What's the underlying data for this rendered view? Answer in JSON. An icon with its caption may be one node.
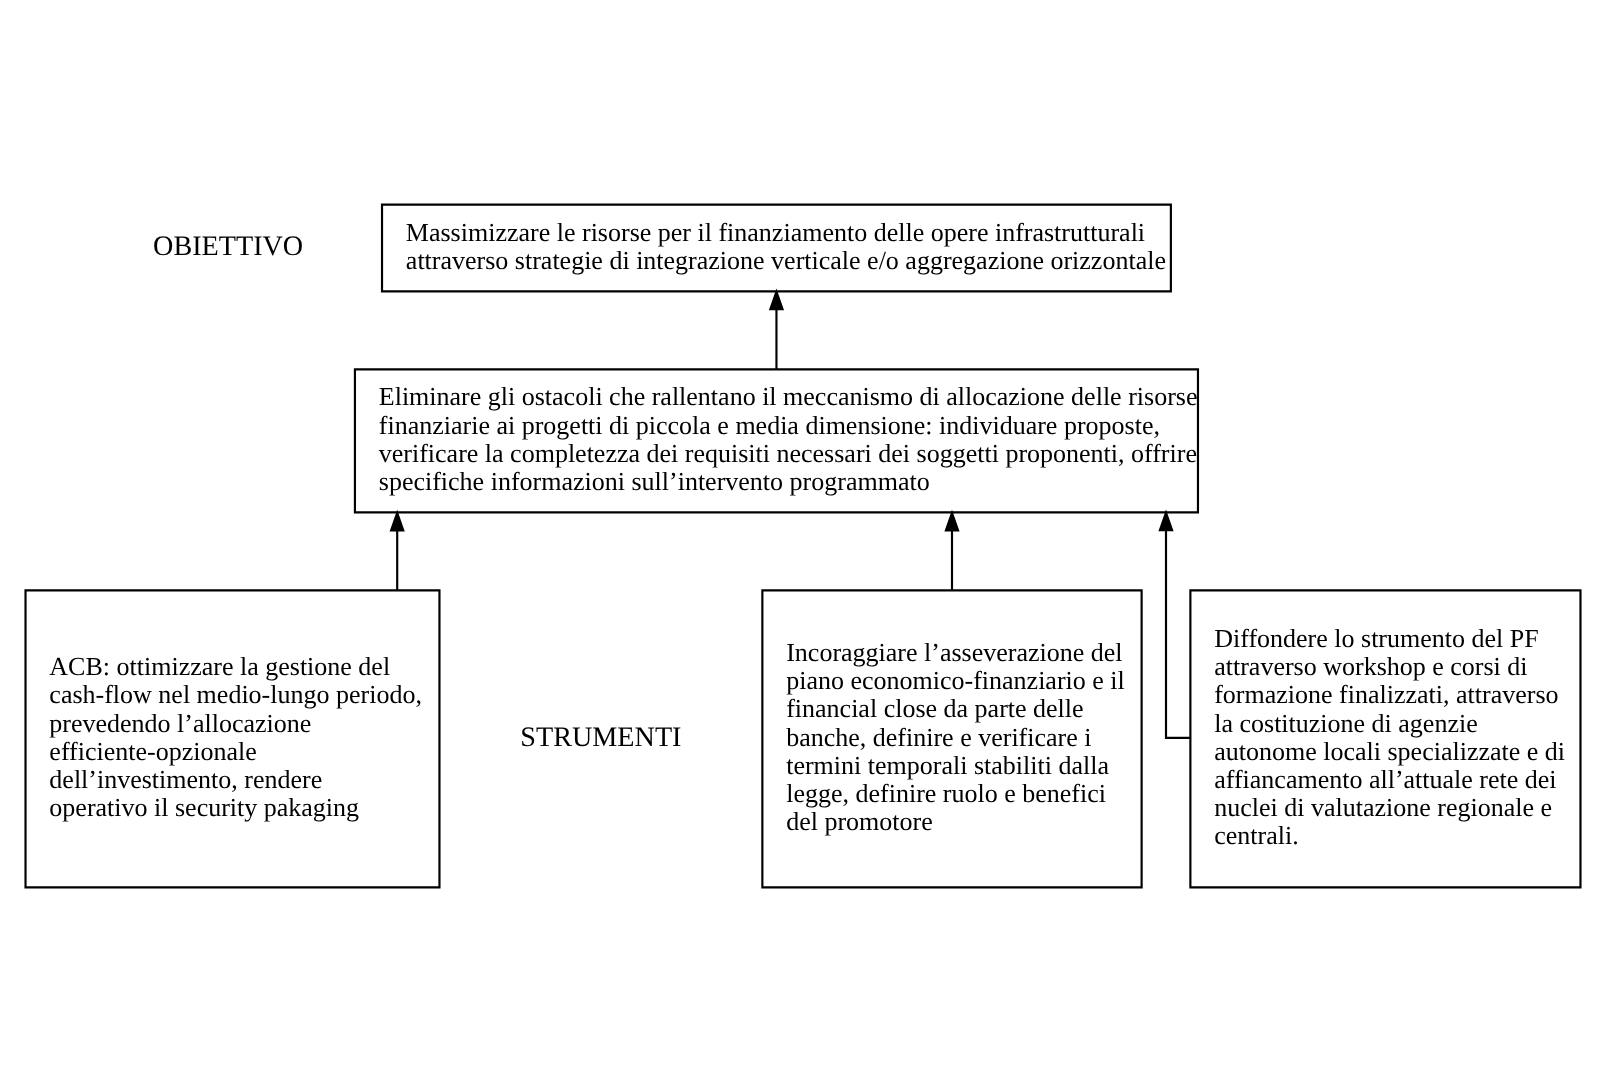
{
  "diagram": {
    "nodes": [
      {
        "text": [
          "Massimizzare le risorse per il finanziamento delle opere infrastrutturali attraverso strategie di integrazione verticale e/o aggregazione orizzontale"
        ]
      },
      {
        "text": [
          "Eliminare gli ostacoli che rallentano il meccanismo di allocazione delle risorse finanziarie ai progetti di piccola e media dimensione: individuare proposte, verificare la completezza dei requisiti necessari dei soggetti proponenti, offrire specifiche informazioni sull’intervento programmato"
        ]
      },
      {
        "text": [
          "ACB: ottimizzare la gestione del cash-flow nel medio-lungo periodo, prevedendo l’allocazione efficiente-opzionale dell’investimento, rendere operativo il security pakaging"
        ]
      },
      {
        "text": [
          "Incoraggiare l’asseverazione del piano economico-finanziario e il financial close da parte delle banche, definire e verificare i termini temporali stabiliti dalla legge, definire ruolo e benefici del promotore"
        ]
      },
      {
        "text": [
          "Diffondere lo strumento del PF attraverso workshop e corsi di formazione finalizzati, attraverso la costituzione di agenzie autonome locali specializzate e di affiancamento all’attuale rete dei nuclei di valutazione regionale e centrali."
        ]
      }
    ],
    "edges": [
      {
        "from": 1,
        "to": 0,
        "arrow": "to"
      },
      {
        "from": 2,
        "to": 1,
        "arrow": "to"
      },
      {
        "from": 3,
        "to": 1,
        "arrow": "to"
      },
      {
        "from": 4,
        "to": 1,
        "arrow": "to"
      }
    ],
    "labels": [
      "OBIETTIVO",
      "STRUMENTI"
    ]
  }
}
